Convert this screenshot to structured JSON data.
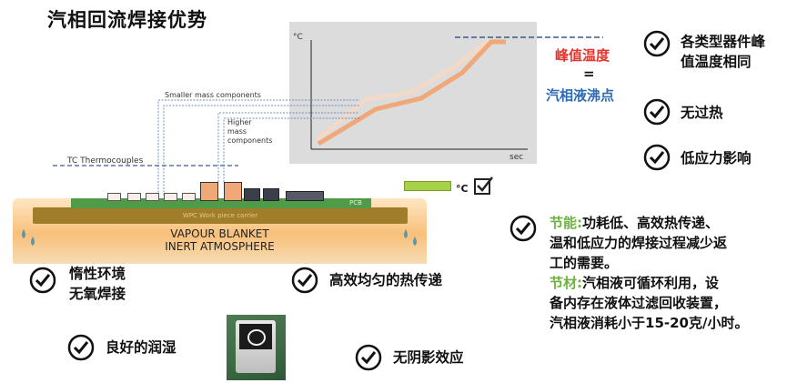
{
  "title": "汽相回流焊接优势",
  "graph": {
    "y_unit": "°C",
    "x_unit": "sec"
  },
  "peak": {
    "line1": "峰值温度",
    "equals": "=",
    "line2": "汽相液沸点"
  },
  "diagram": {
    "smaller_mass": "Smaller mass components",
    "higher_mass_1": "Higher",
    "higher_mass_2": "mass",
    "higher_mass_3": "components",
    "thermocouples": "TC Thermocouples",
    "pcb": "PCB",
    "carrier": "WPC Work piece carrier",
    "vapour_1": "VAPOUR BLANKET",
    "vapour_2": "INERT ATMOSPHERE",
    "thermo_unit": "°C"
  },
  "advantages_right": [
    {
      "line1": "各类型器件峰",
      "line2": "值温度相同"
    },
    {
      "line1": "无过热"
    },
    {
      "line1": "低应力影响"
    }
  ],
  "advantages_bottom": {
    "inert_1": "惰性环境",
    "inert_2": "无氧焊接",
    "heat": "高效均匀的热传递",
    "wetting": "良好的润湿",
    "shadow": "无阴影效应"
  },
  "savings": {
    "energy_label": "节能:",
    "energy_text_1": "功耗低、高效热传递、",
    "energy_text_2": "温和低应力的焊接过程减少返",
    "energy_text_3": "工的需要。",
    "material_label": "节材:",
    "material_text_1": "汽相液可循环利用，设",
    "material_text_2": "备内存在液体过滤回收装置，",
    "material_text_3": "汽相液消耗小于15-20克/小时。"
  },
  "colors": {
    "accent_red": "#e8322b",
    "accent_blue": "#2f6bb3",
    "accent_green": "#6db33f",
    "profile_orange": "#f0a878"
  }
}
